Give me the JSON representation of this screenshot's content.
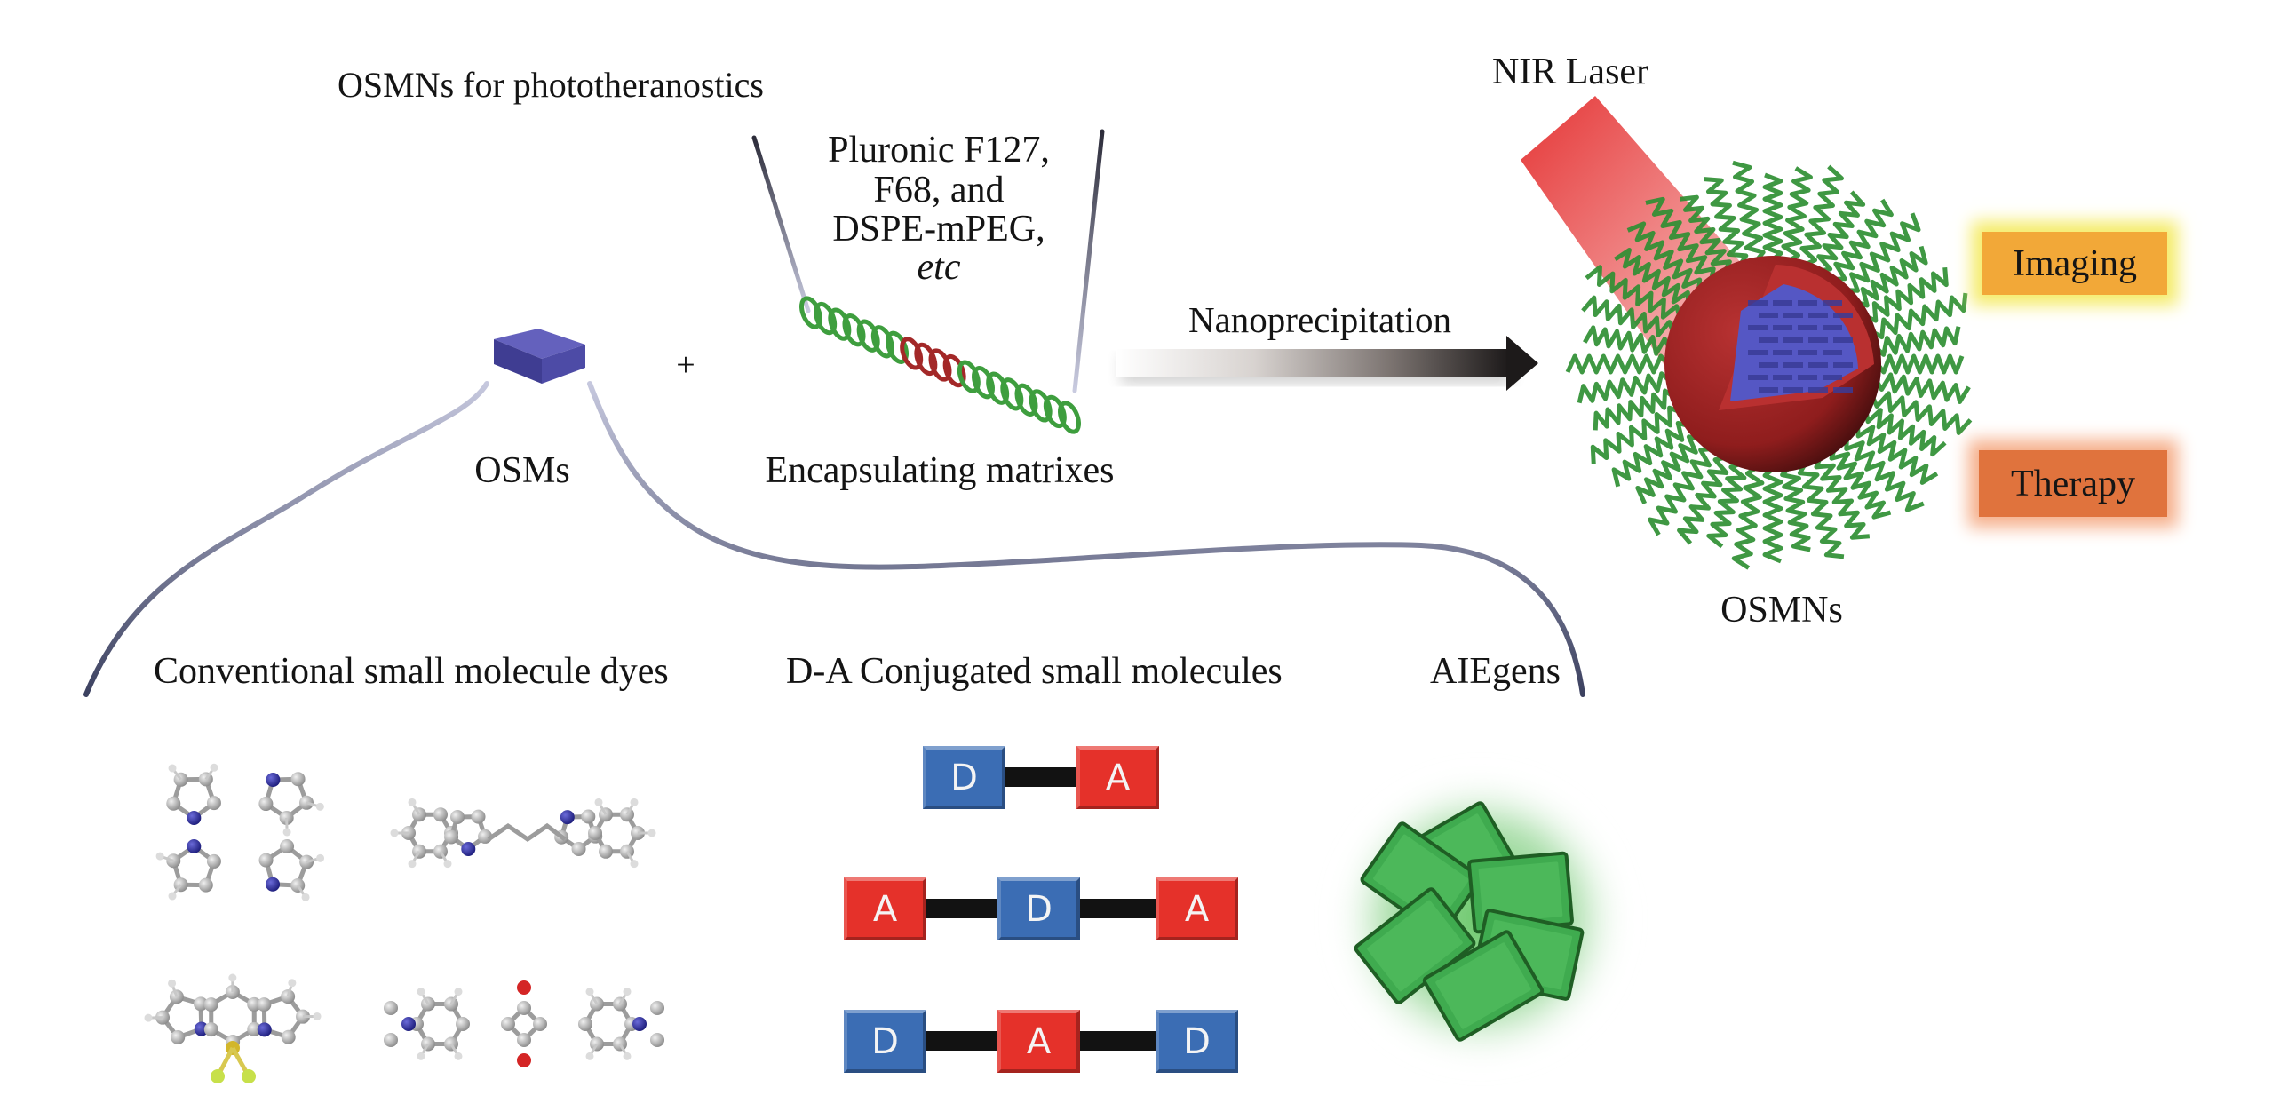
{
  "figure": {
    "title": "OSMNs for phototheranostics",
    "encapsulant_list": [
      "Pluronic F127,",
      "F68, and",
      "DSPE-mPEG,",
      "etc"
    ],
    "plus_sign": "+",
    "osms_label": "OSMs",
    "matrix_label": "Encapsulating matrixes",
    "process_label": "Nanoprecipitation",
    "laser_label": "NIR Laser",
    "product_label": "OSMNs",
    "applications": [
      {
        "label": "Imaging",
        "color": "#f2a838",
        "glow": "#f5ec6a"
      },
      {
        "label": "Therapy",
        "color": "#e0733d",
        "glow": "#f6a37a"
      }
    ],
    "categories": [
      {
        "label": "Conventional small molecule dyes"
      },
      {
        "label": "D-A Conjugated small molecules"
      },
      {
        "label": "AIEgens"
      }
    ],
    "dye_structures": [
      "porphyrin",
      "cyanine",
      "BODIPY",
      "squaraine"
    ],
    "da_rows": [
      [
        "D",
        "A"
      ],
      [
        "A",
        "D",
        "A"
      ],
      [
        "D",
        "A",
        "D"
      ]
    ],
    "colors": {
      "donor": "#3b6db4",
      "acceptor": "#e5312a",
      "osm_cube": "#4b4aa3",
      "helix_green": "#3e9e3e",
      "helix_red": "#a32828",
      "shell_red": "#9b2121",
      "aie_green": "#3fab4f",
      "laser_red": "#e63a3a"
    }
  }
}
